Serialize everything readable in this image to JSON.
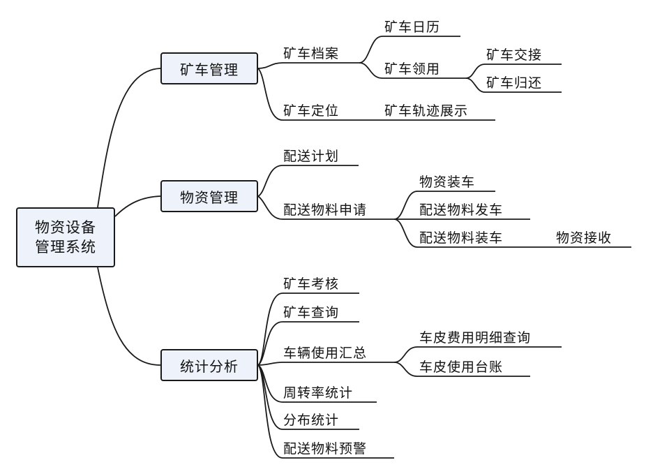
{
  "root": {
    "line1": "物资设备",
    "line2": "管理系统"
  },
  "branches": {
    "mine_car": {
      "label": "矿车管理",
      "archive": "矿车档案",
      "calendar": "矿车日历",
      "use": "矿车领用",
      "handover": "矿车交接",
      "return": "矿车归还",
      "locate": "矿车定位",
      "track": "矿车轨迹展示"
    },
    "material": {
      "label": "物资管理",
      "plan": "配送计划",
      "apply": "配送物料申请",
      "load": "物资装车",
      "dispatch": "配送物料发车",
      "ship": "配送物料装车",
      "receive": "物资接收"
    },
    "stats": {
      "label": "统计分析",
      "assess": "矿车考核",
      "query": "矿车查询",
      "summary": "车辆使用汇总",
      "belt_cost": "车皮费用明细查询",
      "belt_ledger": "车皮使用台账",
      "turnover": "周转率统计",
      "distribution": "分布统计",
      "warning": "配送物料预警"
    }
  }
}
